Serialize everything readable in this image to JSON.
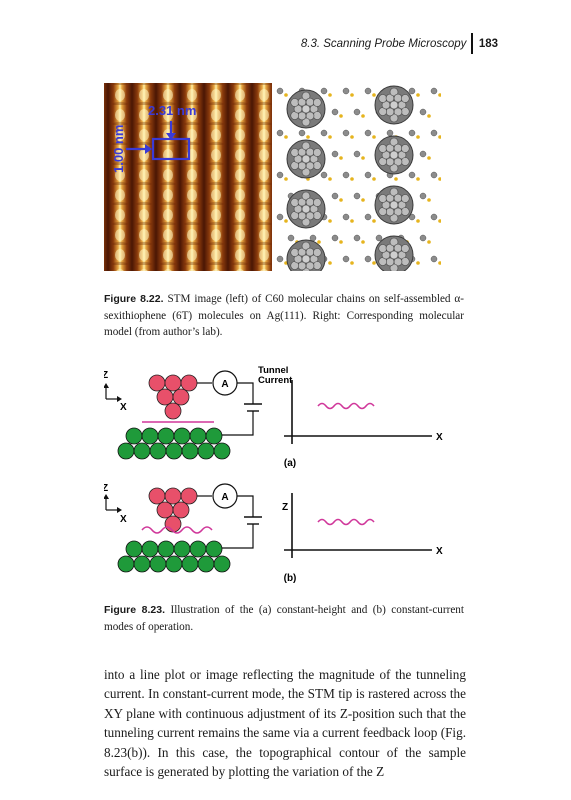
{
  "header": {
    "section": "8.3.  Scanning Probe Microscopy",
    "page_number": "183"
  },
  "figure822": {
    "stm_labels": {
      "width": "2.31 nm",
      "height": "1.00 nm"
    },
    "caption_label": "Figure 8.22.",
    "caption_text": "STM image (left) of C60 molecular chains on self-assembled α-sexithiophene (6T) molecules on Ag(111). Right: Corresponding molecular model (from author’s lab)."
  },
  "figure823": {
    "panel_a": {
      "z": "Z",
      "x": "X",
      "ammeter": "A",
      "current_label": "Tunnel Current",
      "axis_x": "X",
      "tag": "(a)"
    },
    "panel_b": {
      "z": "Z",
      "x": "X",
      "ammeter": "A",
      "axis_y": "Z",
      "axis_x": "X",
      "tag": "(b)"
    },
    "caption_label": "Figure 8.23.",
    "caption_text": "Illustration of the (a) constant-height and (b) constant-current modes of operation."
  },
  "body_text": "into a line plot or image reflecting the magnitude of the tunneling current. In constant-current mode, the STM tip is rastered across the XY plane with continuous adjustment of its Z-position such that the tunneling current remains the same via a current feedback loop (Fig. 8.23(b)). In this case, the topographical contour of the sample surface is generated by plotting the variation of the Z",
  "colors": {
    "tip": "#e8506a",
    "sample": "#1f9a3a",
    "trace": "#d0379a",
    "label_blue": "#3a3ad6",
    "stm_dark": "#5a1e06",
    "stm_bright": "#ffe890"
  }
}
